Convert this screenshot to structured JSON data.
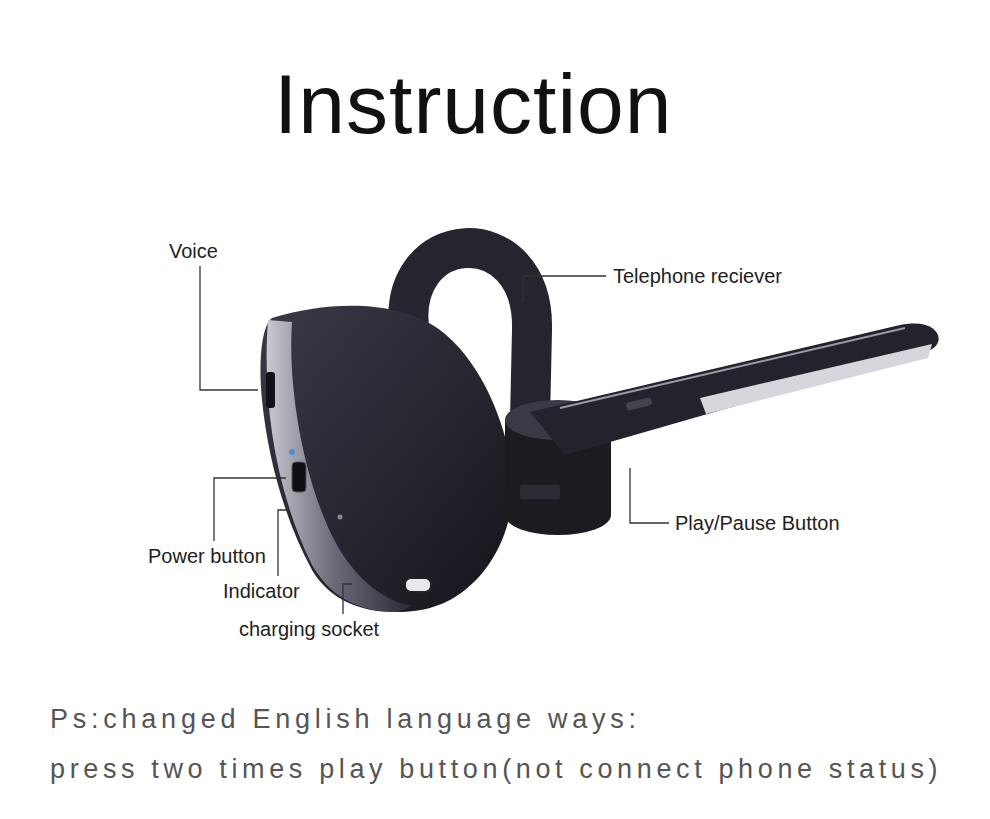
{
  "diagram": {
    "title": "Instruction",
    "labels": [
      "Voice",
      "Telephone reciever",
      "Play/Pause Button",
      "Power button",
      "Indicator",
      "charging socket",
      "Ps:changed English language ways:",
      "press two times play button(not connect phone status)"
    ]
  }
}
